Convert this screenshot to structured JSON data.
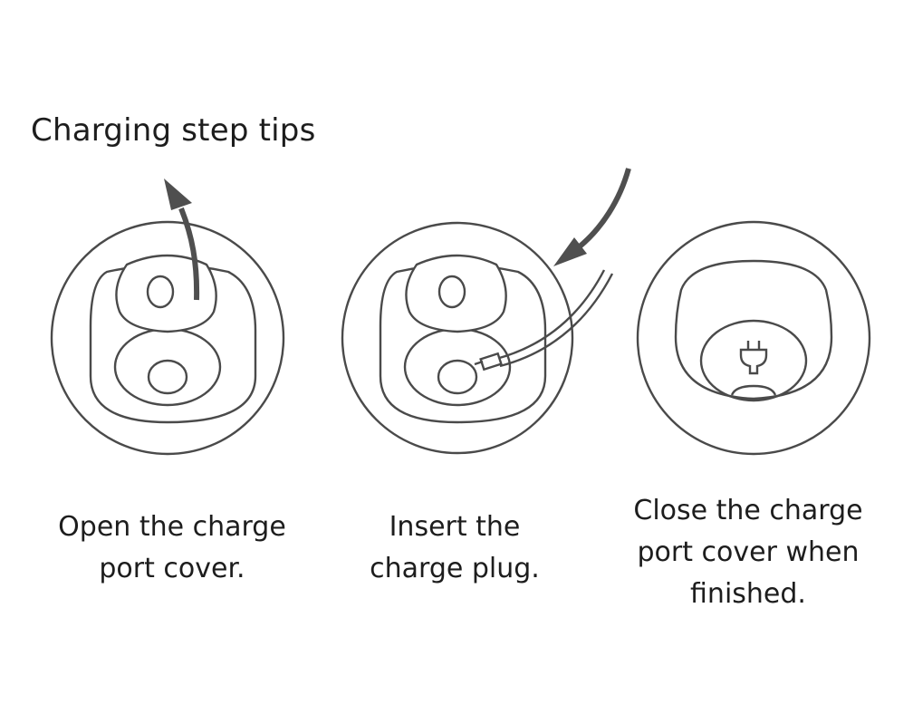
{
  "title": "Charging step tips",
  "steps": [
    {
      "line1": "Open the charge",
      "line2": "port cover."
    },
    {
      "line1": "Insert the",
      "line2": "charge plug."
    },
    {
      "line1": "Close the charge",
      "line2": "port cover when",
      "line3": "finished."
    }
  ],
  "icons": [
    "open-cover-arrow-icon",
    "insert-plug-arrow-icon",
    "plug-symbol-icon"
  ],
  "colors": {
    "line": "#4a4a4a",
    "arrow": "#4f4f4f",
    "text": "#1d1d1d"
  }
}
